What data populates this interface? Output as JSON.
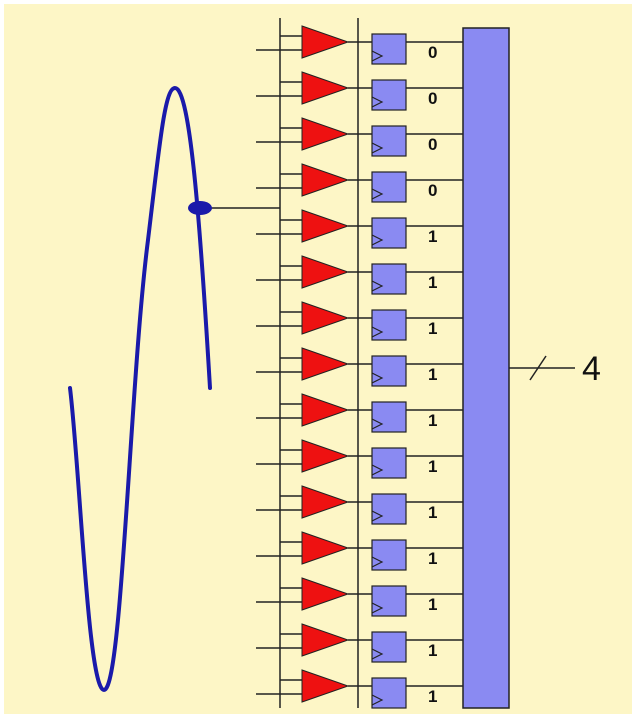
{
  "bits": [
    "0",
    "0",
    "0",
    "0",
    "1",
    "1",
    "1",
    "1",
    "1",
    "1",
    "1",
    "1",
    "1",
    "1",
    "1"
  ],
  "bus_width": "4",
  "colors": {
    "background": "#fdf6c6",
    "comparator": "#ee1111",
    "register": "#8a8af2",
    "encoder": "#8a8af2",
    "waveform": "#1a1aaa",
    "wire": "#222222"
  }
}
